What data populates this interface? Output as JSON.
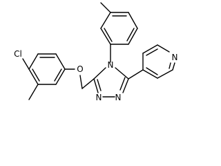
{
  "molecule": {
    "atom_labels": {
      "chlorine": "Cl",
      "ether_oxygen": "O",
      "triazole_n_substituted": "N",
      "triazole_n_a": "N",
      "triazole_n_b": "N",
      "pyridine_n": "N"
    },
    "colors": {
      "bond": "#000000",
      "label": "#000000",
      "background": "#ffffff"
    }
  }
}
